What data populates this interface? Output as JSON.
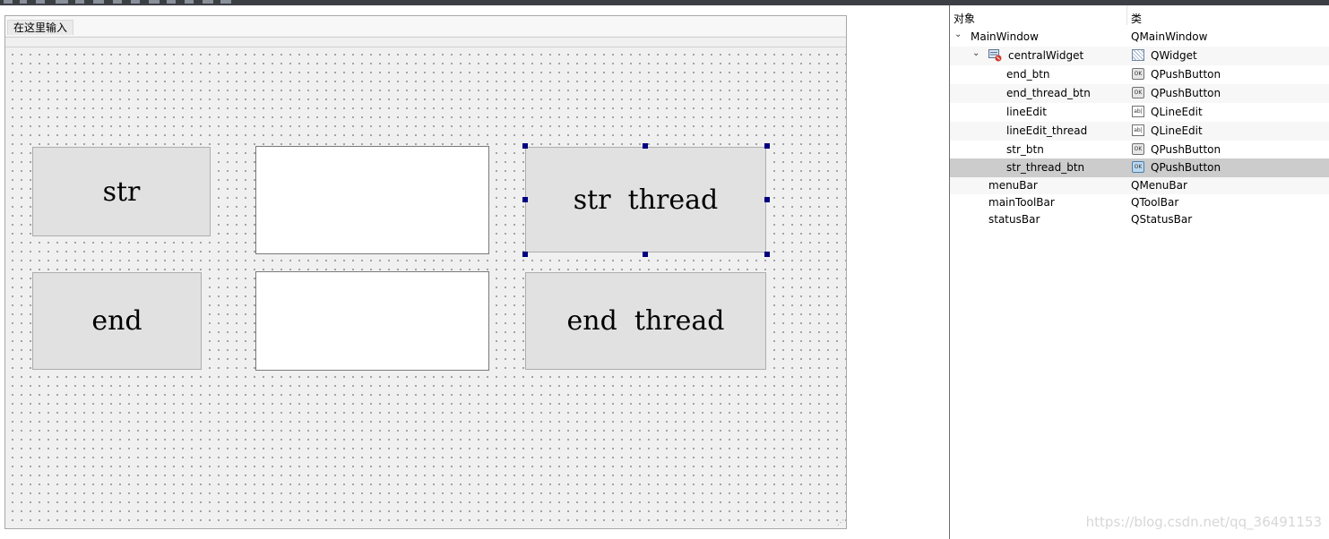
{
  "form": {
    "menu_placeholder": "在这里输入",
    "buttons": {
      "str": "str",
      "str_thread": "str  thread",
      "end": "end",
      "end_thread": "end  thread"
    }
  },
  "inspector": {
    "header_object": "对象",
    "header_class": "类",
    "rows": [
      {
        "name": "MainWindow",
        "cls": "QMainWindow",
        "icon": "none"
      },
      {
        "name": "centralWidget",
        "cls": "QWidget",
        "icon": "widget-icon"
      },
      {
        "name": "end_btn",
        "cls": "QPushButton",
        "icon": "pushbutton-icon"
      },
      {
        "name": "end_thread_btn",
        "cls": "QPushButton",
        "icon": "pushbutton-icon"
      },
      {
        "name": "lineEdit",
        "cls": "QLineEdit",
        "icon": "lineedit-icon"
      },
      {
        "name": "lineEdit_thread",
        "cls": "QLineEdit",
        "icon": "lineedit-icon"
      },
      {
        "name": "str_btn",
        "cls": "QPushButton",
        "icon": "pushbutton-icon"
      },
      {
        "name": "str_thread_btn",
        "cls": "QPushButton",
        "icon": "pushbutton-icon",
        "selected": true
      },
      {
        "name": "menuBar",
        "cls": "QMenuBar",
        "icon": "none"
      },
      {
        "name": "mainToolBar",
        "cls": "QToolBar",
        "icon": "none"
      },
      {
        "name": "statusBar",
        "cls": "QStatusBar",
        "icon": "none"
      }
    ]
  },
  "watermark": "https://blog.csdn.net/qq_36491153",
  "colors": {
    "selection_handle": "#000080",
    "selected_row": "#cccccc",
    "button_face": "#e1e1e1"
  }
}
